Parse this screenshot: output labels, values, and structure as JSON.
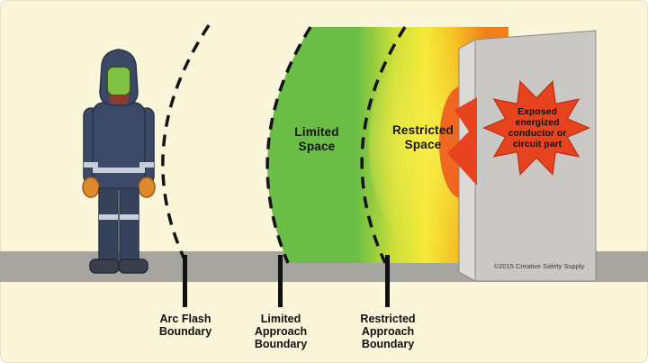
{
  "diagram": {
    "zones": {
      "limited_space_label": "Limited\nSpace",
      "restricted_space_label": "Restricted\nSpace"
    },
    "hazard": {
      "star_label": "Exposed\nenergized\nconductor or\ncircuit part"
    },
    "boundaries": [
      {
        "id": "arc-flash",
        "label": "Arc Flash\nBoundary"
      },
      {
        "id": "limited-approach",
        "label": "Limited\nApproach\nBoundary"
      },
      {
        "id": "restricted-approach",
        "label": "Restricted\nApproach\nBoundary"
      }
    ],
    "copyright": "©2015 Creative Safety Supply",
    "colors": {
      "background": "#FBF6D9",
      "ground_gray": "#A6A5A0",
      "limited_space_green": "#6ABD45",
      "restricted_space_yellow": "#F4EA38",
      "hazard_orange": "#F07F1C",
      "hazard_red": "#E8431F",
      "wall_gray": "#C9C8C4",
      "suit_navy": "#3C4966",
      "visor_green": "#7FC241",
      "glove_orange": "#E08A2E"
    }
  }
}
